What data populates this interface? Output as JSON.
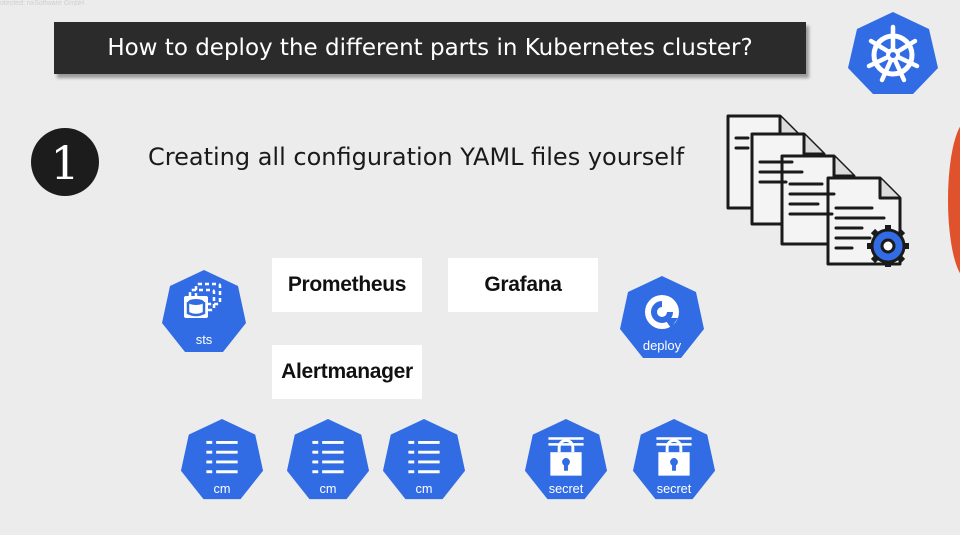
{
  "watermark": "otected: nxSoftware GmbH",
  "title": "How to deploy the different parts in Kubernetes cluster?",
  "step": {
    "number": "1",
    "text": "Creating all configuration YAML files yourself"
  },
  "components": {
    "prometheus": "Prometheus",
    "grafana": "Grafana",
    "alertmanager": "Alertmanager"
  },
  "resources": {
    "sts": "sts",
    "deploy": "deploy",
    "cm": "cm",
    "secret": "secret"
  },
  "colors": {
    "k8s_blue": "#326ce5",
    "title_bg": "#2b2b2b",
    "background": "#ececec",
    "accent_orange": "#e0522b"
  },
  "icons": [
    "kubernetes-logo-icon",
    "yaml-files-icon",
    "gear-icon",
    "statefulset-icon",
    "deployment-icon",
    "configmap-icon",
    "secret-icon"
  ]
}
